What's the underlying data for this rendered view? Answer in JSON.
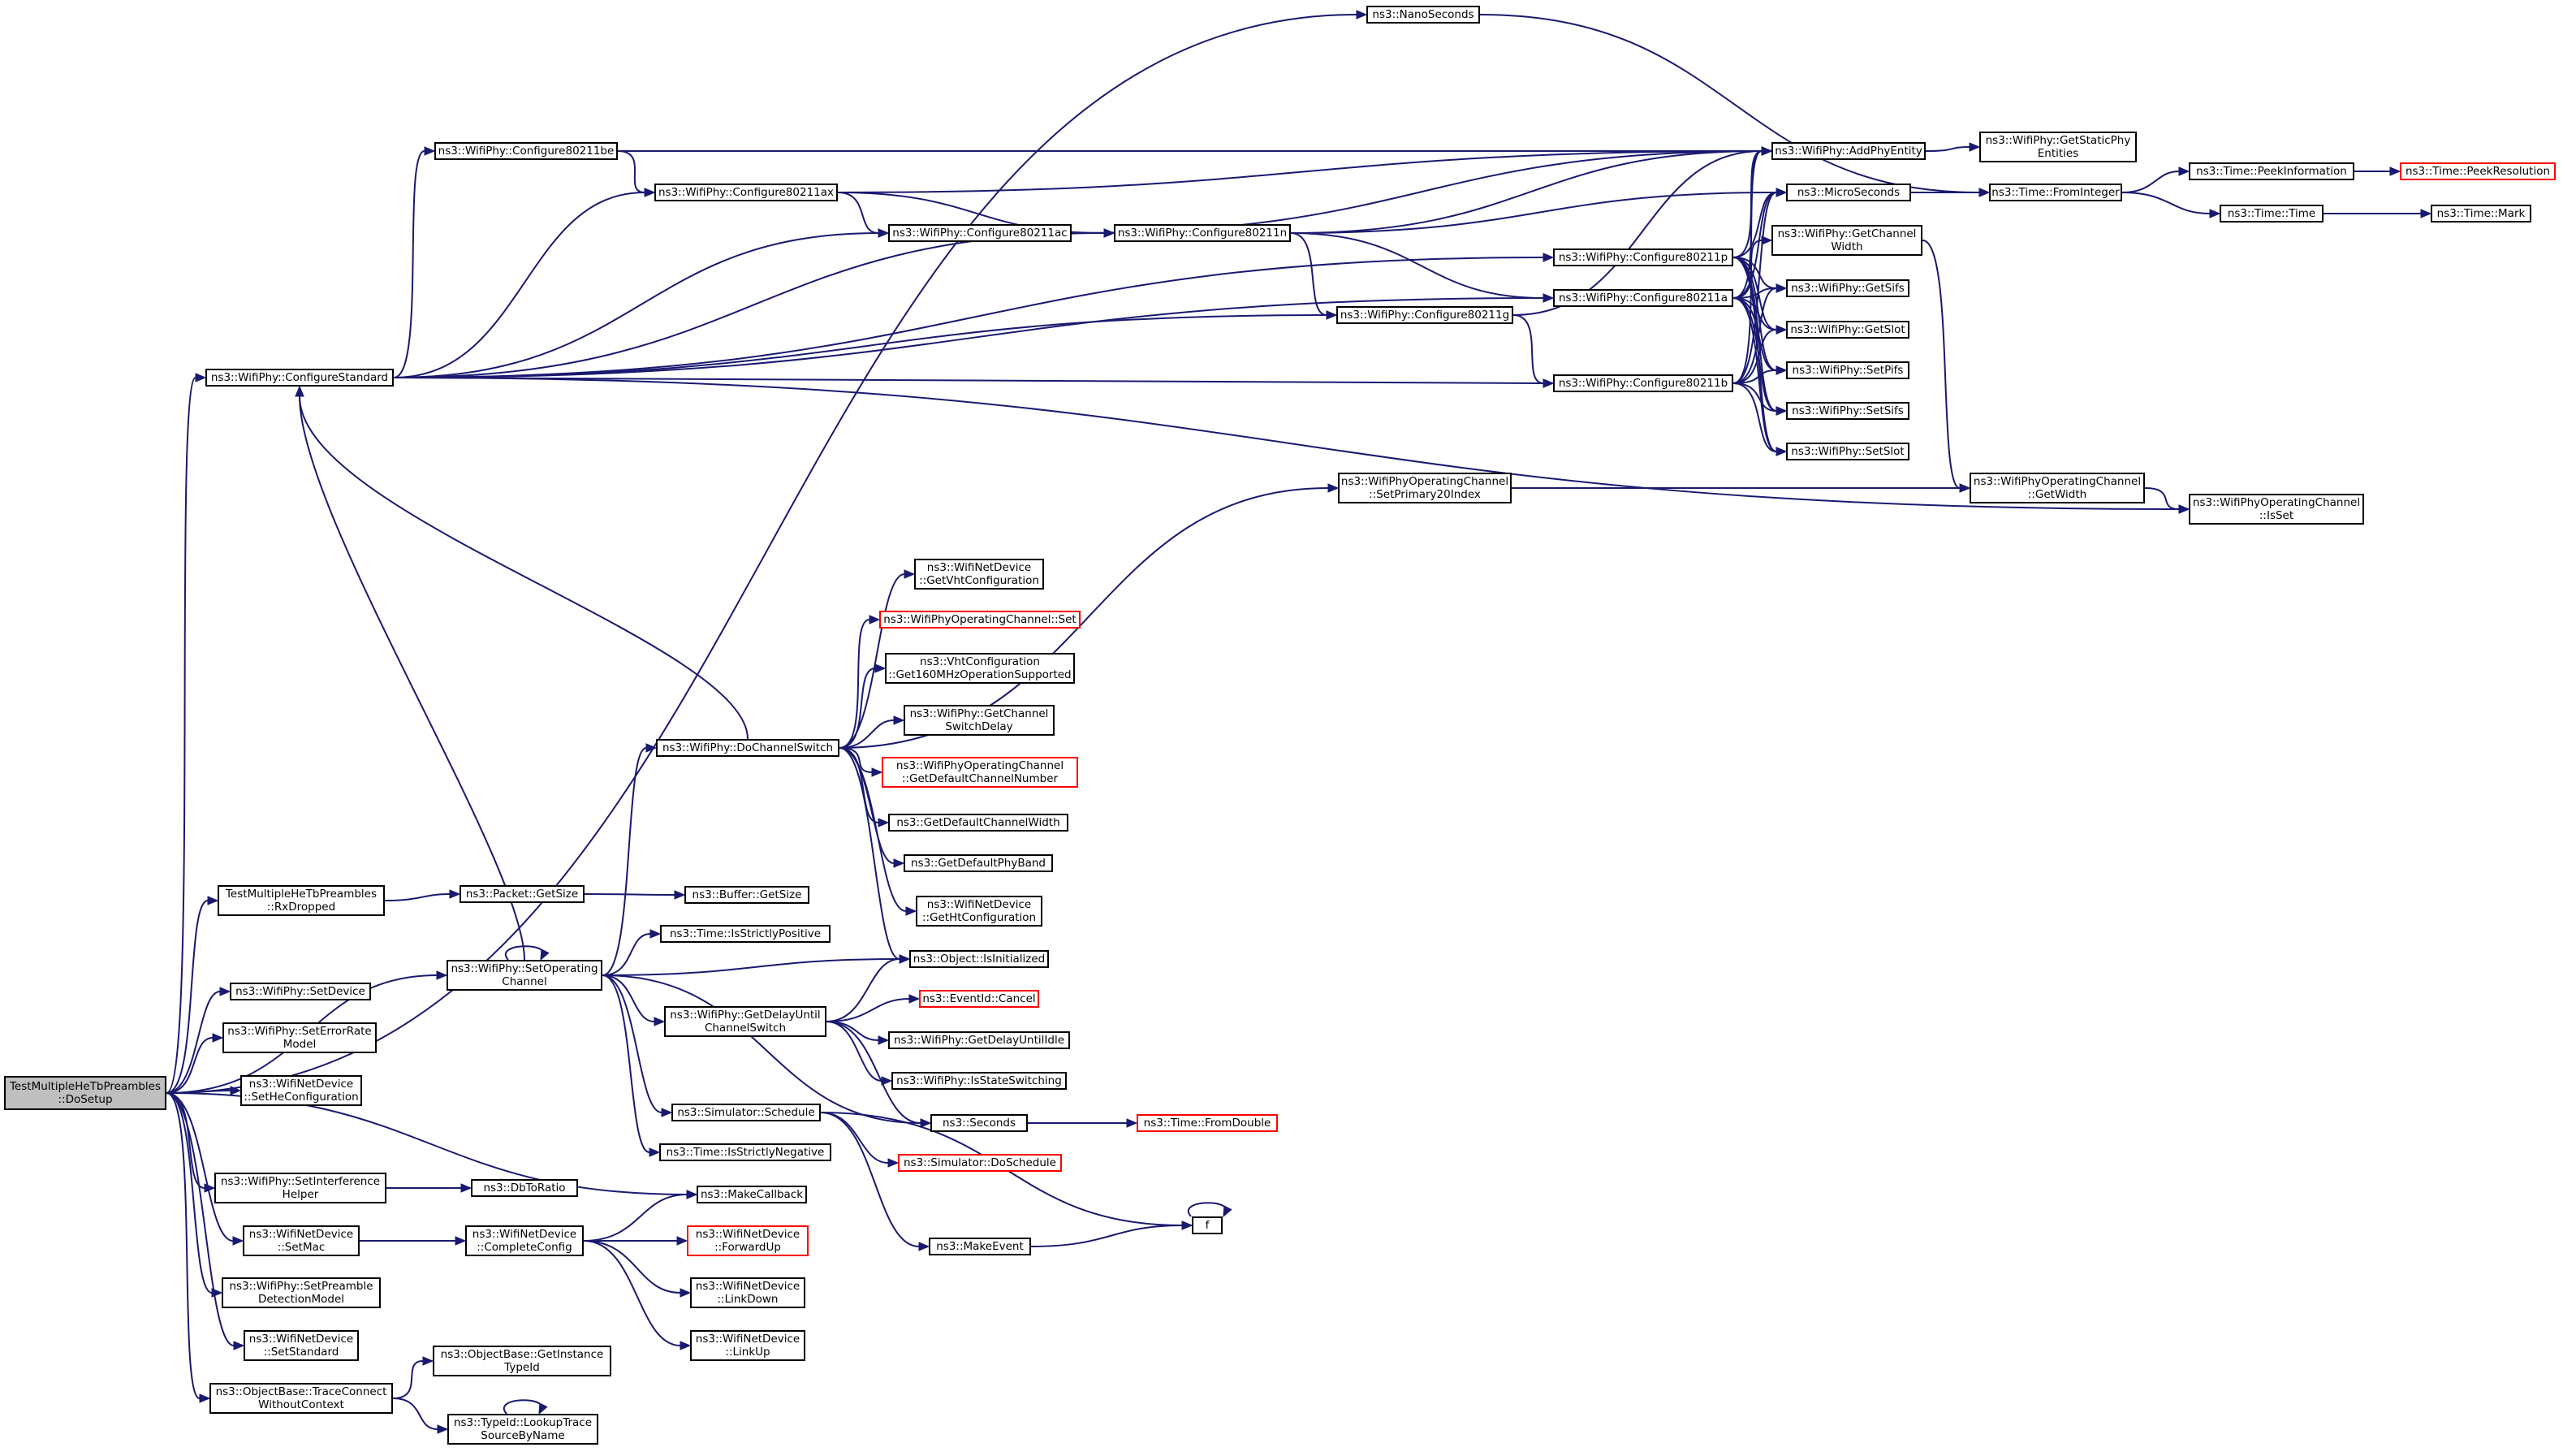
{
  "diagram": {
    "edge_color": "#191970",
    "root_fill": "#bfbfbf",
    "incomplete_border": "#ff0000",
    "nodes": {
      "dosetup": {
        "label": "TestMultipleHeTbPreambles\n::DoSetup",
        "root": true
      },
      "nanoseconds": {
        "label": "ns3::NanoSeconds"
      },
      "configurestandard": {
        "label": "ns3::WifiPhy::ConfigureStandard"
      },
      "rxdropped": {
        "label": "TestMultipleHeTbPreambles\n::RxDropped"
      },
      "setoperatingchannel": {
        "label": "ns3::WifiPhy::SetOperating\nChannel"
      },
      "setdevice": {
        "label": "ns3::WifiPhy::SetDevice"
      },
      "seterrorratemodel": {
        "label": "ns3::WifiPhy::SetErrorRate\nModel"
      },
      "sethecfg": {
        "label": "ns3::WifiNetDevice\n::SetHeConfiguration"
      },
      "makecallback": {
        "label": "ns3::MakeCallback"
      },
      "setinterference": {
        "label": "ns3::WifiPhy::SetInterference\nHelper"
      },
      "setmac": {
        "label": "ns3::WifiNetDevice\n::SetMac"
      },
      "setpreamble": {
        "label": "ns3::WifiPhy::SetPreamble\nDetectionModel"
      },
      "setstandard": {
        "label": "ns3::WifiNetDevice\n::SetStandard"
      },
      "traceconnect": {
        "label": "ns3::ObjectBase::TraceConnect\nWithoutContext"
      },
      "cfg80211be": {
        "label": "ns3::WifiPhy::Configure80211be"
      },
      "cfg80211ax": {
        "label": "ns3::WifiPhy::Configure80211ax"
      },
      "cfg80211ac": {
        "label": "ns3::WifiPhy::Configure80211ac"
      },
      "cfg80211n": {
        "label": "ns3::WifiPhy::Configure80211n"
      },
      "cfg80211g": {
        "label": "ns3::WifiPhy::Configure80211g"
      },
      "cfg80211p": {
        "label": "ns3::WifiPhy::Configure80211p"
      },
      "cfg80211a": {
        "label": "ns3::WifiPhy::Configure80211a"
      },
      "cfg80211b": {
        "label": "ns3::WifiPhy::Configure80211b"
      },
      "addphyentity": {
        "label": "ns3::WifiPhy::AddPhyEntity"
      },
      "getstaticphy": {
        "label": "ns3::WifiPhy::GetStaticPhy\nEntities"
      },
      "microseconds": {
        "label": "ns3::MicroSeconds"
      },
      "frominteger": {
        "label": "ns3::Time::FromInteger"
      },
      "peekinformation": {
        "label": "ns3::Time::PeekInformation"
      },
      "peekresolution": {
        "label": "ns3::Time::PeekResolution",
        "incomplete": true
      },
      "time": {
        "label": "ns3::Time::Time"
      },
      "mark": {
        "label": "ns3::Time::Mark"
      },
      "getchannelwidth": {
        "label": "ns3::WifiPhy::GetChannel\nWidth"
      },
      "getsifs": {
        "label": "ns3::WifiPhy::GetSifs"
      },
      "getslot": {
        "label": "ns3::WifiPhy::GetSlot"
      },
      "setpifs": {
        "label": "ns3::WifiPhy::SetPifs"
      },
      "setsifs": {
        "label": "ns3::WifiPhy::SetSifs"
      },
      "setslot": {
        "label": "ns3::WifiPhy::SetSlot"
      },
      "setprimary20": {
        "label": "ns3::WifiPhyOperatingChannel\n::SetPrimary20Index"
      },
      "opchgetwidth": {
        "label": "ns3::WifiPhyOperatingChannel\n::GetWidth"
      },
      "opchisset": {
        "label": "ns3::WifiPhyOperatingChannel\n::IsSet"
      },
      "getvhtcfg": {
        "label": "ns3::WifiNetDevice\n::GetVhtConfiguration"
      },
      "opchset": {
        "label": "ns3::WifiPhyOperatingChannel::Set",
        "incomplete": true
      },
      "get160": {
        "label": "ns3::VhtConfiguration\n::Get160MHzOperationSupported"
      },
      "getchswitchdelay": {
        "label": "ns3::WifiPhy::GetChannel\nSwitchDelay"
      },
      "dochannelswitch": {
        "label": "ns3::WifiPhy::DoChannelSwitch"
      },
      "getdefchnum": {
        "label": "ns3::WifiPhyOperatingChannel\n::GetDefaultChannelNumber",
        "incomplete": true
      },
      "getdefchwidth": {
        "label": "ns3::GetDefaultChannelWidth"
      },
      "getdefphyband": {
        "label": "ns3::GetDefaultPhyBand"
      },
      "gethtcfg": {
        "label": "ns3::WifiNetDevice\n::GetHtConfiguration"
      },
      "packetgetsize": {
        "label": "ns3::Packet::GetSize"
      },
      "buffergetsize": {
        "label": "ns3::Buffer::GetSize"
      },
      "isstrictlypositive": {
        "label": "ns3::Time::IsStrictlyPositive"
      },
      "isinitialized": {
        "label": "ns3::Object::IsInitialized"
      },
      "getdelayuntil": {
        "label": "ns3::WifiPhy::GetDelayUntil\nChannelSwitch"
      },
      "eventcancel": {
        "label": "ns3::EventId::Cancel",
        "incomplete": true
      },
      "getdelayidle": {
        "label": "ns3::WifiPhy::GetDelayUntilIdle"
      },
      "isstateswitching": {
        "label": "ns3::WifiPhy::IsStateSwitching"
      },
      "seconds": {
        "label": "ns3::Seconds"
      },
      "fromdouble": {
        "label": "ns3::Time::FromDouble",
        "incomplete": true
      },
      "schedule": {
        "label": "ns3::Simulator::Schedule"
      },
      "doschedule": {
        "label": "ns3::Simulator::DoSchedule",
        "incomplete": true
      },
      "isstrictlynegative": {
        "label": "ns3::Time::IsStrictlyNegative"
      },
      "dbtoratio": {
        "label": "ns3::DbToRatio"
      },
      "f": {
        "label": "f"
      },
      "makeevent": {
        "label": "ns3::MakeEvent"
      },
      "completeconfig": {
        "label": "ns3::WifiNetDevice\n::CompleteConfig"
      },
      "forwardup": {
        "label": "ns3::WifiNetDevice\n::ForwardUp",
        "incomplete": true
      },
      "linkdown": {
        "label": "ns3::WifiNetDevice\n::LinkDown"
      },
      "linkup": {
        "label": "ns3::WifiNetDevice\n::LinkUp"
      },
      "getinstancetypeid": {
        "label": "ns3::ObjectBase::GetInstance\nTypeId"
      },
      "lookuptrace": {
        "label": "ns3::TypeId::LookupTrace\nSourceByName"
      }
    },
    "edges": [
      [
        "dosetup",
        "nanoseconds"
      ],
      [
        "dosetup",
        "configurestandard"
      ],
      [
        "dosetup",
        "rxdropped"
      ],
      [
        "dosetup",
        "setoperatingchannel"
      ],
      [
        "dosetup",
        "setdevice"
      ],
      [
        "dosetup",
        "seterrorratemodel"
      ],
      [
        "dosetup",
        "sethecfg"
      ],
      [
        "dosetup",
        "makecallback"
      ],
      [
        "dosetup",
        "setinterference"
      ],
      [
        "dosetup",
        "setmac"
      ],
      [
        "dosetup",
        "setpreamble"
      ],
      [
        "dosetup",
        "setstandard"
      ],
      [
        "dosetup",
        "traceconnect"
      ],
      [
        "nanoseconds",
        "frominteger"
      ],
      [
        "configurestandard",
        "cfg80211be"
      ],
      [
        "configurestandard",
        "cfg80211ax"
      ],
      [
        "configurestandard",
        "cfg80211ac"
      ],
      [
        "configurestandard",
        "cfg80211n"
      ],
      [
        "configurestandard",
        "cfg80211g"
      ],
      [
        "configurestandard",
        "cfg80211p"
      ],
      [
        "configurestandard",
        "cfg80211a"
      ],
      [
        "configurestandard",
        "cfg80211b"
      ],
      [
        "configurestandard",
        "opchisset"
      ],
      [
        "cfg80211be",
        "cfg80211ax"
      ],
      [
        "cfg80211be",
        "addphyentity"
      ],
      [
        "cfg80211ax",
        "cfg80211ac"
      ],
      [
        "cfg80211ax",
        "cfg80211n"
      ],
      [
        "cfg80211ax",
        "addphyentity"
      ],
      [
        "cfg80211ac",
        "cfg80211n"
      ],
      [
        "cfg80211ac",
        "addphyentity"
      ],
      [
        "cfg80211n",
        "addphyentity"
      ],
      [
        "cfg80211n",
        "microseconds"
      ],
      [
        "cfg80211n",
        "cfg80211g"
      ],
      [
        "cfg80211n",
        "cfg80211a"
      ],
      [
        "cfg80211g",
        "addphyentity"
      ],
      [
        "cfg80211g",
        "cfg80211b"
      ],
      [
        "cfg80211p",
        "addphyentity"
      ],
      [
        "cfg80211p",
        "microseconds"
      ],
      [
        "cfg80211p",
        "getsifs"
      ],
      [
        "cfg80211p",
        "getslot"
      ],
      [
        "cfg80211p",
        "setpifs"
      ],
      [
        "cfg80211p",
        "setsifs"
      ],
      [
        "cfg80211p",
        "setslot"
      ],
      [
        "cfg80211a",
        "addphyentity"
      ],
      [
        "cfg80211a",
        "microseconds"
      ],
      [
        "cfg80211a",
        "getchannelwidth"
      ],
      [
        "cfg80211a",
        "getsifs"
      ],
      [
        "cfg80211a",
        "getslot"
      ],
      [
        "cfg80211a",
        "setpifs"
      ],
      [
        "cfg80211a",
        "setsifs"
      ],
      [
        "cfg80211a",
        "setslot"
      ],
      [
        "cfg80211b",
        "addphyentity"
      ],
      [
        "cfg80211b",
        "microseconds"
      ],
      [
        "cfg80211b",
        "getsifs"
      ],
      [
        "cfg80211b",
        "getslot"
      ],
      [
        "cfg80211b",
        "setpifs"
      ],
      [
        "cfg80211b",
        "setsifs"
      ],
      [
        "cfg80211b",
        "setslot"
      ],
      [
        "addphyentity",
        "getstaticphy"
      ],
      [
        "microseconds",
        "frominteger"
      ],
      [
        "frominteger",
        "peekinformation"
      ],
      [
        "frominteger",
        "time"
      ],
      [
        "peekinformation",
        "peekresolution"
      ],
      [
        "time",
        "mark"
      ],
      [
        "getchannelwidth",
        "opchgetwidth"
      ],
      [
        "setprimary20",
        "opchgetwidth"
      ],
      [
        "opchgetwidth",
        "opchisset"
      ],
      [
        "rxdropped",
        "packetgetsize"
      ],
      [
        "packetgetsize",
        "buffergetsize"
      ],
      [
        "setoperatingchannel",
        "setoperatingchannel"
      ],
      [
        "setoperatingchannel",
        "configurestandard"
      ],
      [
        "setoperatingchannel",
        "dochannelswitch"
      ],
      [
        "setoperatingchannel",
        "isstrictlypositive"
      ],
      [
        "setoperatingchannel",
        "isinitialized"
      ],
      [
        "setoperatingchannel",
        "getdelayuntil"
      ],
      [
        "setoperatingchannel",
        "seconds"
      ],
      [
        "setoperatingchannel",
        "schedule"
      ],
      [
        "setoperatingchannel",
        "isstrictlynegative"
      ],
      [
        "dochannelswitch",
        "configurestandard"
      ],
      [
        "dochannelswitch",
        "setprimary20"
      ],
      [
        "dochannelswitch",
        "getvhtcfg"
      ],
      [
        "dochannelswitch",
        "opchset"
      ],
      [
        "dochannelswitch",
        "get160"
      ],
      [
        "dochannelswitch",
        "getchswitchdelay"
      ],
      [
        "dochannelswitch",
        "getdefchnum"
      ],
      [
        "dochannelswitch",
        "getdefchwidth"
      ],
      [
        "dochannelswitch",
        "getdefphyband"
      ],
      [
        "dochannelswitch",
        "gethtcfg"
      ],
      [
        "dochannelswitch",
        "isinitialized"
      ],
      [
        "getdelayuntil",
        "isinitialized"
      ],
      [
        "getdelayuntil",
        "eventcancel"
      ],
      [
        "getdelayuntil",
        "getdelayidle"
      ],
      [
        "getdelayuntil",
        "isstateswitching"
      ],
      [
        "getdelayuntil",
        "seconds"
      ],
      [
        "seconds",
        "fromdouble"
      ],
      [
        "schedule",
        "doschedule"
      ],
      [
        "schedule",
        "makeevent"
      ],
      [
        "schedule",
        "f"
      ],
      [
        "makeevent",
        "f"
      ],
      [
        "f",
        "f"
      ],
      [
        "setinterference",
        "dbtoratio"
      ],
      [
        "setmac",
        "completeconfig"
      ],
      [
        "completeconfig",
        "makecallback"
      ],
      [
        "completeconfig",
        "forwardup"
      ],
      [
        "completeconfig",
        "linkdown"
      ],
      [
        "completeconfig",
        "linkup"
      ],
      [
        "traceconnect",
        "getinstancetypeid"
      ],
      [
        "traceconnect",
        "lookuptrace"
      ],
      [
        "lookuptrace",
        "lookuptrace"
      ]
    ]
  }
}
